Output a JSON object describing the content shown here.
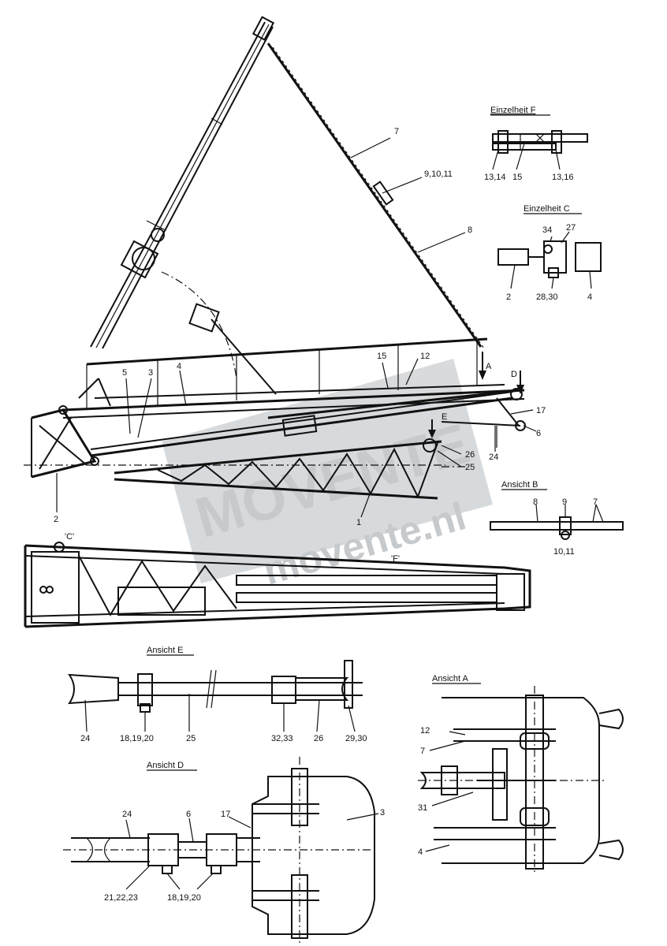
{
  "titles": {
    "detail_f": "Einzelheit F",
    "detail_c": "Einzelheit C",
    "view_b": "Ansicht B",
    "view_e": "Ansicht E",
    "view_a": "Ansicht A",
    "view_d": "Ansicht D"
  },
  "watermark": {
    "logo": "MOVENTE",
    "url": "movente.nl"
  },
  "markers": {
    "c": "'C'",
    "f": "'F'",
    "a": "A",
    "d": "D",
    "e": "E"
  },
  "callouts": {
    "main": [
      "7",
      "9,10,11",
      "8",
      "15",
      "12",
      "5",
      "3",
      "4",
      "17",
      "6",
      "26",
      "25",
      "24",
      "2",
      "1"
    ],
    "detail_f": [
      "13,14",
      "15",
      "13,16"
    ],
    "detail_c": [
      "34",
      "27",
      "2",
      "28,30",
      "4"
    ],
    "view_b": [
      "8",
      "9",
      "7",
      "10,11"
    ],
    "view_e": [
      "24",
      "18,19,20",
      "25",
      "32,33",
      "26",
      "29,30"
    ],
    "view_a": [
      "12",
      "7",
      "31",
      "4"
    ],
    "view_d": [
      "24",
      "6",
      "17",
      "3",
      "21,22,23",
      "18,19,20"
    ]
  }
}
